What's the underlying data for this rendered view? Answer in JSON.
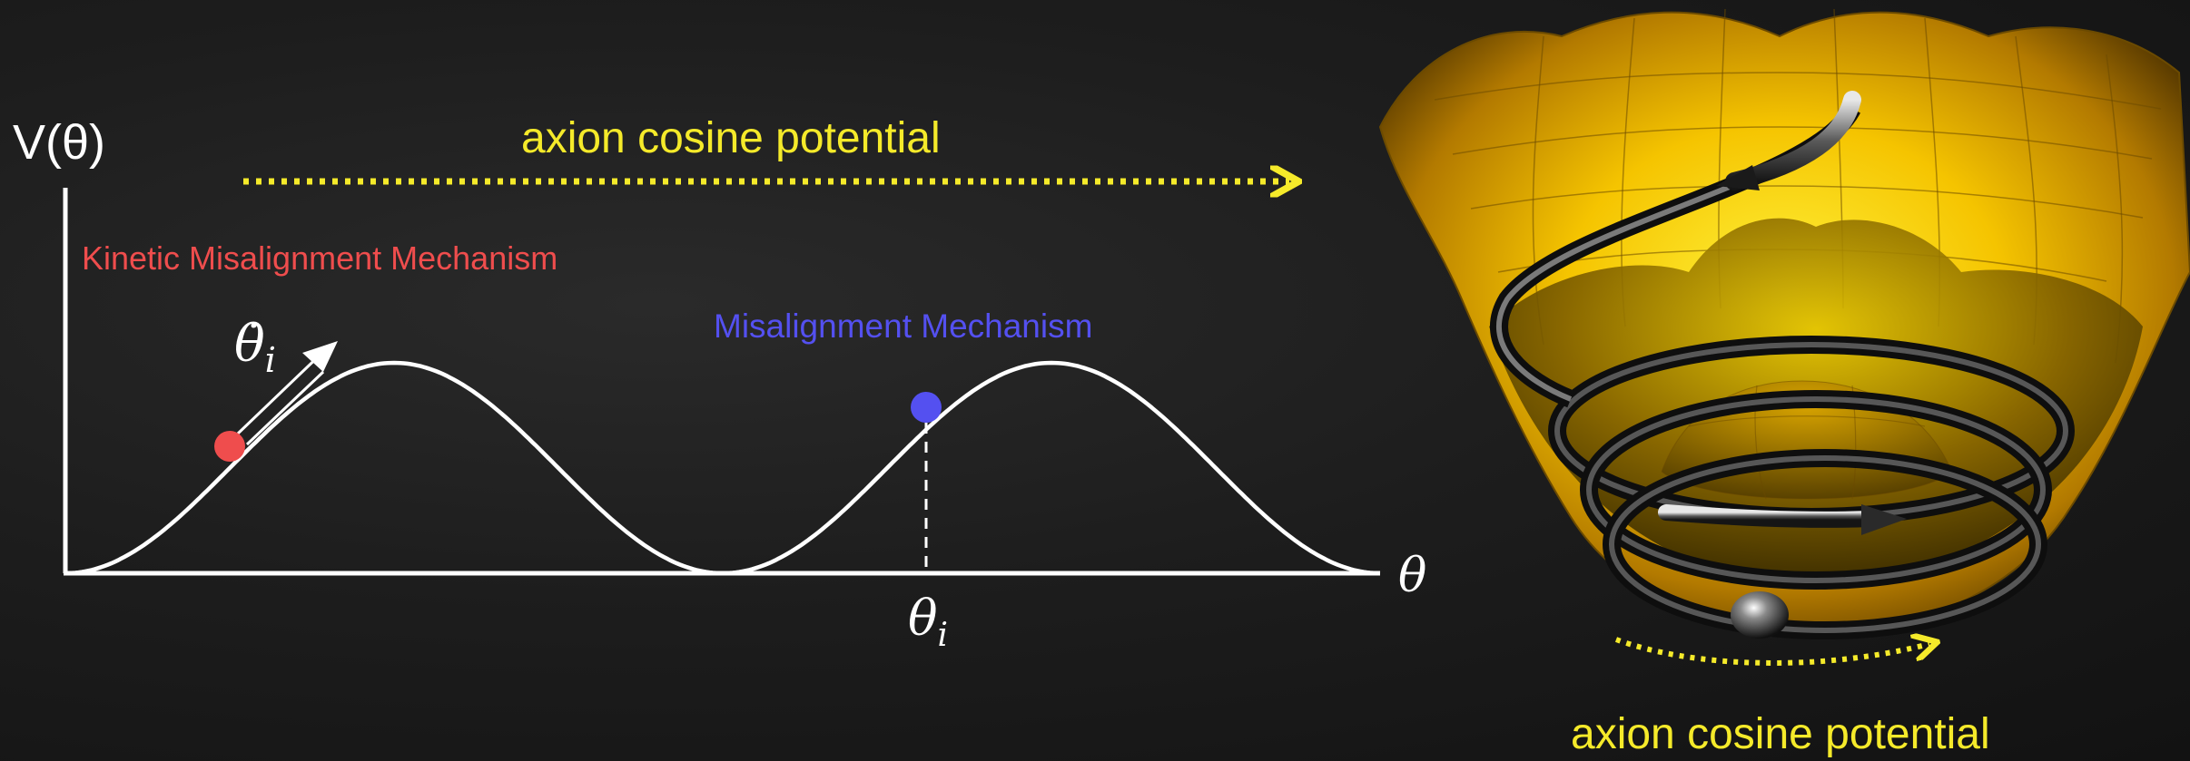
{
  "potential_plot": {
    "y_axis_label": "V(θ)",
    "x_axis_label": "θ",
    "title": "axion cosine potential",
    "title_color": "#f5ea2a",
    "curve_color": "#ffffff",
    "kinetic": {
      "label": "Kinetic Misalignment Mechanism",
      "color": "#ef4d4d",
      "velocity_label": "θ̇",
      "velocity_subscript": "i"
    },
    "misalignment": {
      "label": "Misalignment Mechanism",
      "color": "#5450f0",
      "initial_angle_label": "θ",
      "initial_angle_subscript": "i"
    }
  },
  "mexican_hat": {
    "caption": "axion cosine potential",
    "caption_color": "#f5ea2a",
    "surface_color": "#f2b300"
  }
}
